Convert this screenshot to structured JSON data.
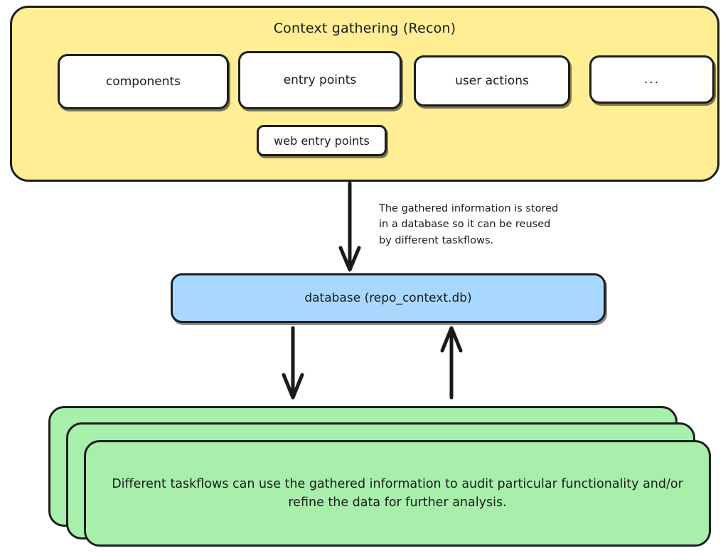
{
  "diagram": {
    "title_group": "Context gathering (Recon)",
    "recon": {
      "label": "Context gathering (Recon)",
      "chips": [
        {
          "id": "components",
          "label": "components"
        },
        {
          "id": "entry-points",
          "label": "entry points"
        },
        {
          "id": "user-actions",
          "label": "user actions"
        },
        {
          "id": "more",
          "label": "..."
        },
        {
          "id": "web-entry-points",
          "label": "web entry points"
        }
      ]
    },
    "annotation": {
      "line1": "The gathered information is stored",
      "line2": "in a database so it can be reused",
      "line3": "by different taskflows."
    },
    "database": {
      "label": "database (repo_context.db)"
    },
    "taskflows": {
      "stack_count": 3,
      "line1": "Different taskflows can use the gathered information to audit particular functionality",
      "line2": "and/or refine the data for further analysis."
    },
    "arrows": [
      {
        "id": "recon-to-database",
        "direction": "down"
      },
      {
        "id": "database-to-taskflows",
        "direction": "down"
      },
      {
        "id": "taskflows-to-database",
        "direction": "up"
      }
    ],
    "colors": {
      "recon_fill": "#FFEE94",
      "database_fill": "#A8D8FF",
      "taskflow_fill": "#A9EFAC",
      "chip_fill": "#FFFFFF",
      "stroke": "#1E1E1E",
      "background": "#FFFFFF"
    }
  }
}
